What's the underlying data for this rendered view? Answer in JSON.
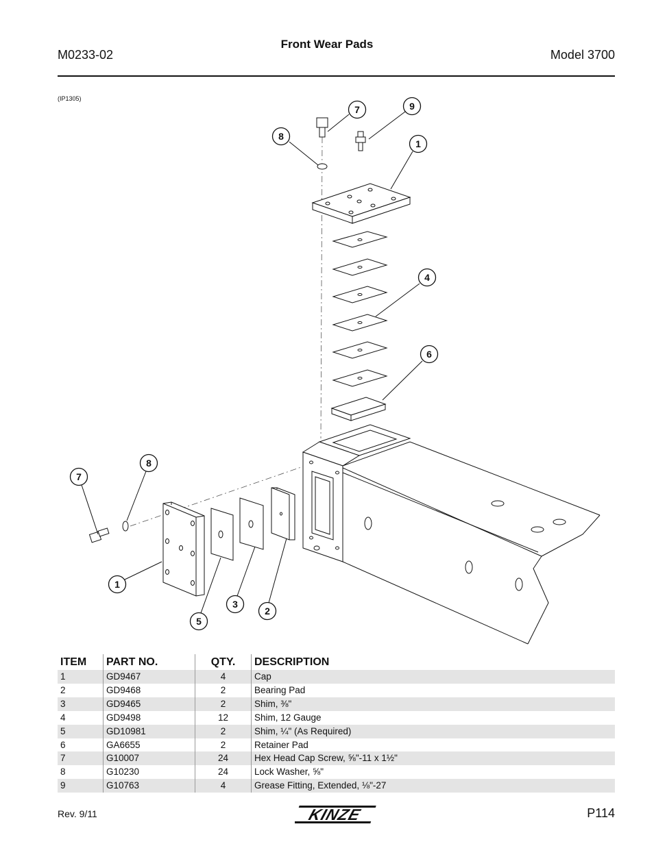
{
  "header": {
    "doc_id": "M0233-02",
    "title": "Front Wear Pads",
    "model": "Model 3700"
  },
  "figure": {
    "id": "(IP1305)",
    "callouts": {
      "top_7": "7",
      "top_9": "9",
      "top_8": "8",
      "top_1": "1",
      "shim_4": "4",
      "retainer_6": "6",
      "side_8": "8",
      "side_7": "7",
      "side_1": "1",
      "side_5": "5",
      "side_3": "3",
      "side_2": "2"
    }
  },
  "table": {
    "headers": {
      "item": "ITEM",
      "part_no": "PART NO.",
      "qty": "QTY.",
      "description": "DESCRIPTION"
    },
    "rows": [
      {
        "item": "1",
        "part_no": "GD9467",
        "qty": "4",
        "description": "Cap"
      },
      {
        "item": "2",
        "part_no": "GD9468",
        "qty": "2",
        "description": "Bearing Pad"
      },
      {
        "item": "3",
        "part_no": "GD9465",
        "qty": "2",
        "description": "Shim, ⅜\""
      },
      {
        "item": "4",
        "part_no": "GD9498",
        "qty": "12",
        "description": "Shim, 12 Gauge"
      },
      {
        "item": "5",
        "part_no": "GD10981",
        "qty": "2",
        "description": "Shim, ¼\" (As Required)"
      },
      {
        "item": "6",
        "part_no": "GA6655",
        "qty": "2",
        "description": "Retainer Pad"
      },
      {
        "item": "7",
        "part_no": "G10007",
        "qty": "24",
        "description": "Hex Head Cap Screw, ⅝\"-11 x 1½\""
      },
      {
        "item": "8",
        "part_no": "G10230",
        "qty": "24",
        "description": "Lock Washer, ⅝\""
      },
      {
        "item": "9",
        "part_no": "G10763",
        "qty": "4",
        "description": "Grease Fitting, Extended, ⅛\"-27"
      }
    ]
  },
  "footer": {
    "revision": "Rev. 9/11",
    "logo_text": "KINZE",
    "page": "P114"
  }
}
